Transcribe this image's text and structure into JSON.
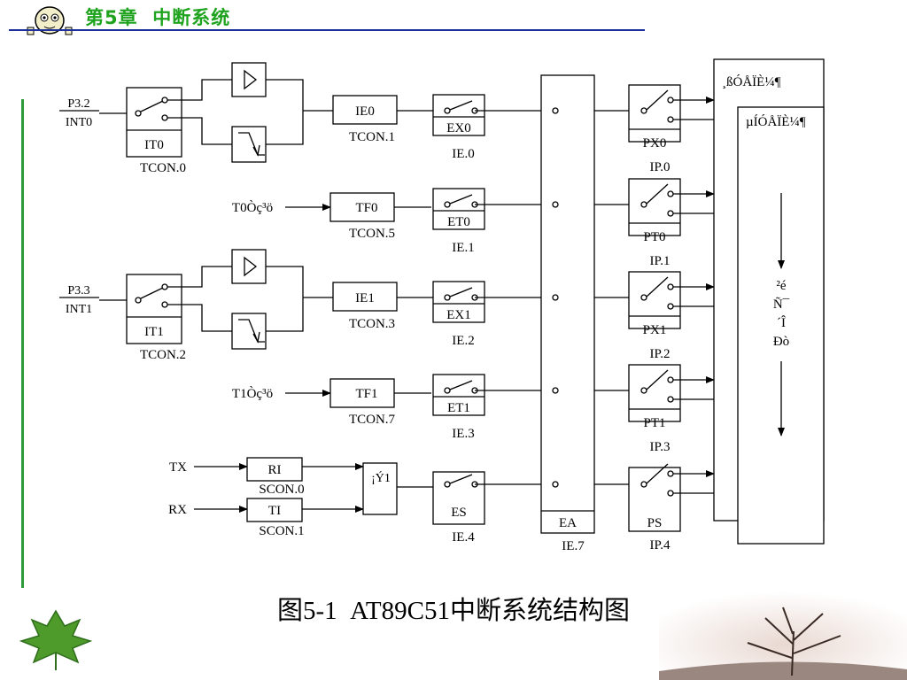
{
  "header": {
    "chapter_title": "第5章  中断系统"
  },
  "caption": "图5-1  AT89C51中断系统结构图",
  "diagram": {
    "int0_pin": {
      "top": "P3.2",
      "bottom": "INT0"
    },
    "int1_pin": {
      "top": "P3.3",
      "bottom": "INT1"
    },
    "it0": {
      "label": "IT0",
      "sub": "TCON.0"
    },
    "it1": {
      "label": "IT1",
      "sub": "TCON.2"
    },
    "ie0": {
      "label": "IE0",
      "sub": "TCON.1"
    },
    "ie1": {
      "label": "IE1",
      "sub": "TCON.3"
    },
    "tf0": {
      "label": "TF0",
      "sub": "TCON.5",
      "source": "T0Òç³ö"
    },
    "tf1": {
      "label": "TF1",
      "sub": "TCON.7",
      "source": "T1Òç³ö"
    },
    "serial": {
      "tx": "TX",
      "rx": "RX",
      "ri": {
        "label": "RI",
        "sub": "SCON.0"
      },
      "ti": {
        "label": "TI",
        "sub": "SCON.1"
      },
      "or_gate": "¡Ý1"
    },
    "enables": [
      {
        "label": "EX0",
        "sub": "IE.0"
      },
      {
        "label": "ET0",
        "sub": "IE.1"
      },
      {
        "label": "EX1",
        "sub": "IE.2"
      },
      {
        "label": "ET1",
        "sub": "IE.3"
      },
      {
        "label": "ES",
        "sub": "IE.4"
      }
    ],
    "ea": {
      "label": "EA",
      "sub": "IE.7"
    },
    "priorities": [
      {
        "label": "PX0",
        "sub": "IP.0"
      },
      {
        "label": "PT0",
        "sub": "IP.1"
      },
      {
        "label": "PX1",
        "sub": "IP.2"
      },
      {
        "label": "PT1",
        "sub": "IP.3"
      },
      {
        "label": "PS",
        "sub": "IP.4"
      }
    ],
    "high_level": "¸ßÓÅÏÈ¼¶",
    "low_level": "µÍÓÅÏÈ¼¶",
    "query": [
      "²é",
      "Ñ¯",
      "´Î",
      "Ðò"
    ]
  }
}
